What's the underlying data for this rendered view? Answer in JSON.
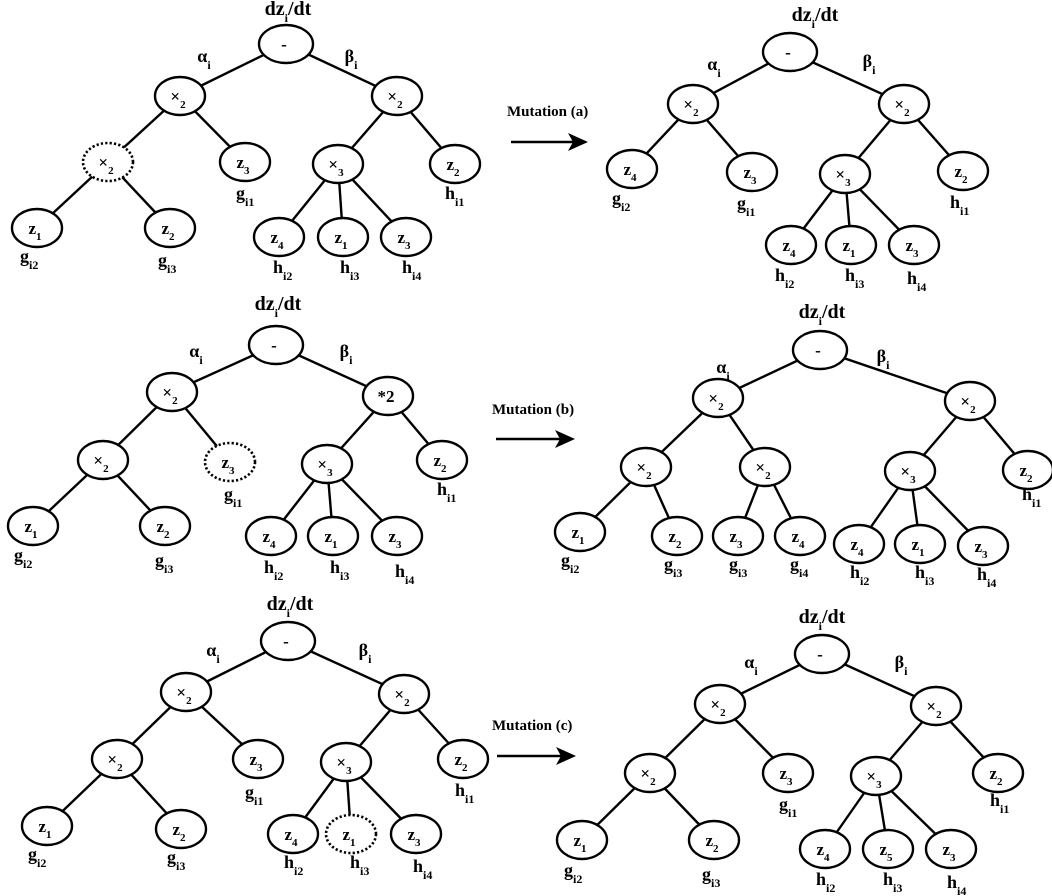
{
  "diagrams": [
    {
      "id": "a-before",
      "title": "dz_i/dt",
      "root": "-",
      "edge_labels": [
        "α_i",
        "β_i"
      ],
      "nodes": [
        {
          "id": "r",
          "label": "-"
        },
        {
          "id": "l",
          "label": "×_2"
        },
        {
          "id": "ll",
          "label": "×_2",
          "style": "dotted"
        },
        {
          "id": "lll",
          "label": "z_1",
          "name": "g_i2"
        },
        {
          "id": "llr",
          "label": "z_2",
          "name": "g_i3"
        },
        {
          "id": "lr",
          "label": "z_3",
          "name": "g_i1"
        },
        {
          "id": "rt",
          "label": "×_2"
        },
        {
          "id": "rl",
          "label": "×_3"
        },
        {
          "id": "rl1",
          "label": "z_4",
          "name": "h_i2"
        },
        {
          "id": "rl2",
          "label": "z_1",
          "name": "h_i3"
        },
        {
          "id": "rl3",
          "label": "z_3",
          "name": "h_i4"
        },
        {
          "id": "rr",
          "label": "z_2",
          "name": "h_i1"
        }
      ]
    },
    {
      "id": "a-after",
      "title": "dz_i/dt",
      "root": "-",
      "edge_labels": [
        "α_i",
        "β_i"
      ],
      "nodes": [
        {
          "id": "r",
          "label": "-"
        },
        {
          "id": "l",
          "label": "×_2"
        },
        {
          "id": "ll",
          "label": "z_4",
          "name": "g_i2"
        },
        {
          "id": "lr",
          "label": "z_3",
          "name": "g_i1"
        },
        {
          "id": "rt",
          "label": "×_2"
        },
        {
          "id": "rl",
          "label": "×_3"
        },
        {
          "id": "rl1",
          "label": "z_4",
          "name": "h_i2"
        },
        {
          "id": "rl2",
          "label": "z_1",
          "name": "h_i3"
        },
        {
          "id": "rl3",
          "label": "z_3",
          "name": "h_i4"
        },
        {
          "id": "rr",
          "label": "z_2",
          "name": "h_i1"
        }
      ]
    },
    {
      "id": "b-before",
      "title": "dz_i/dt",
      "root": "-",
      "edge_labels": [
        "α_i",
        "β_i"
      ],
      "nodes": [
        {
          "id": "r",
          "label": "-"
        },
        {
          "id": "l",
          "label": "×_2"
        },
        {
          "id": "ll",
          "label": "×_2"
        },
        {
          "id": "lll",
          "label": "z_1",
          "name": "g_i2"
        },
        {
          "id": "llr",
          "label": "z_2",
          "name": "g_i3"
        },
        {
          "id": "lr",
          "label": "z_3",
          "name": "g_i1",
          "style": "dotted"
        },
        {
          "id": "rt",
          "label": "*2"
        },
        {
          "id": "rl",
          "label": "×_3"
        },
        {
          "id": "rl1",
          "label": "z_4",
          "name": "h_i2"
        },
        {
          "id": "rl2",
          "label": "z_1",
          "name": "h_i3"
        },
        {
          "id": "rl3",
          "label": "z_3",
          "name": "h_i4"
        },
        {
          "id": "rr",
          "label": "z_2",
          "name": "h_i1"
        }
      ]
    },
    {
      "id": "b-after",
      "title": "dz_i/dt",
      "root": "-",
      "edge_labels": [
        "α_i",
        "β_i"
      ],
      "nodes": [
        {
          "id": "r",
          "label": "-"
        },
        {
          "id": "l",
          "label": "×_2"
        },
        {
          "id": "ll",
          "label": "×_2"
        },
        {
          "id": "lll",
          "label": "z_1",
          "name": "g_i2"
        },
        {
          "id": "llr",
          "label": "z_2",
          "name": "g_i3"
        },
        {
          "id": "lr",
          "label": "×_2"
        },
        {
          "id": "lrl",
          "label": "z_3",
          "name": "g_i3"
        },
        {
          "id": "lrr",
          "label": "z_4",
          "name": "g_i4"
        },
        {
          "id": "rt",
          "label": "×_2"
        },
        {
          "id": "rl",
          "label": "×_3"
        },
        {
          "id": "rl1",
          "label": "z_4",
          "name": "h_i2"
        },
        {
          "id": "rl2",
          "label": "z_1",
          "name": "h_i3"
        },
        {
          "id": "rl3",
          "label": "z_3",
          "name": "h_i4"
        },
        {
          "id": "rr",
          "label": "z_2",
          "name": "h_i1"
        }
      ]
    },
    {
      "id": "c-before",
      "title": "dz_i/dt",
      "root": "-",
      "edge_labels": [
        "α_i",
        "β_i"
      ],
      "nodes": [
        {
          "id": "r",
          "label": "-"
        },
        {
          "id": "l",
          "label": "×_2"
        },
        {
          "id": "ll",
          "label": "×_2"
        },
        {
          "id": "lll",
          "label": "z_1",
          "name": "g_i2"
        },
        {
          "id": "llr",
          "label": "z_2",
          "name": "g_i3"
        },
        {
          "id": "lr",
          "label": "z_3",
          "name": "g_i1"
        },
        {
          "id": "rt",
          "label": "×_2"
        },
        {
          "id": "rl",
          "label": "×_3"
        },
        {
          "id": "rl1",
          "label": "z_4",
          "name": "h_i2"
        },
        {
          "id": "rl2",
          "label": "z_1",
          "name": "h_i3",
          "style": "dotted"
        },
        {
          "id": "rl3",
          "label": "z_3",
          "name": "h_i4"
        },
        {
          "id": "rr",
          "label": "z_2",
          "name": "h_i1"
        }
      ]
    },
    {
      "id": "c-after",
      "title": "dz_i/dt",
      "root": "-",
      "edge_labels": [
        "α_i",
        "β_i"
      ],
      "nodes": [
        {
          "id": "r",
          "label": "-"
        },
        {
          "id": "l",
          "label": "×_2"
        },
        {
          "id": "ll",
          "label": "×_2"
        },
        {
          "id": "lll",
          "label": "z_1",
          "name": "g_i2"
        },
        {
          "id": "llr",
          "label": "z_2",
          "name": "g_i3"
        },
        {
          "id": "lr",
          "label": "z_3",
          "name": "g_i1"
        },
        {
          "id": "rt",
          "label": "×_2"
        },
        {
          "id": "rl",
          "label": "×_3"
        },
        {
          "id": "rl1",
          "label": "z_4",
          "name": "h_i2"
        },
        {
          "id": "rl2",
          "label": "z_5",
          "name": "h_i3"
        },
        {
          "id": "rl3",
          "label": "z_3",
          "name": "h_i4"
        },
        {
          "id": "rr",
          "label": "z_2",
          "name": "h_i1"
        }
      ]
    }
  ],
  "mutations": [
    {
      "label": "Mutation (a)"
    },
    {
      "label": "Mutation (b)"
    },
    {
      "label": "Mutation (c)"
    }
  ]
}
